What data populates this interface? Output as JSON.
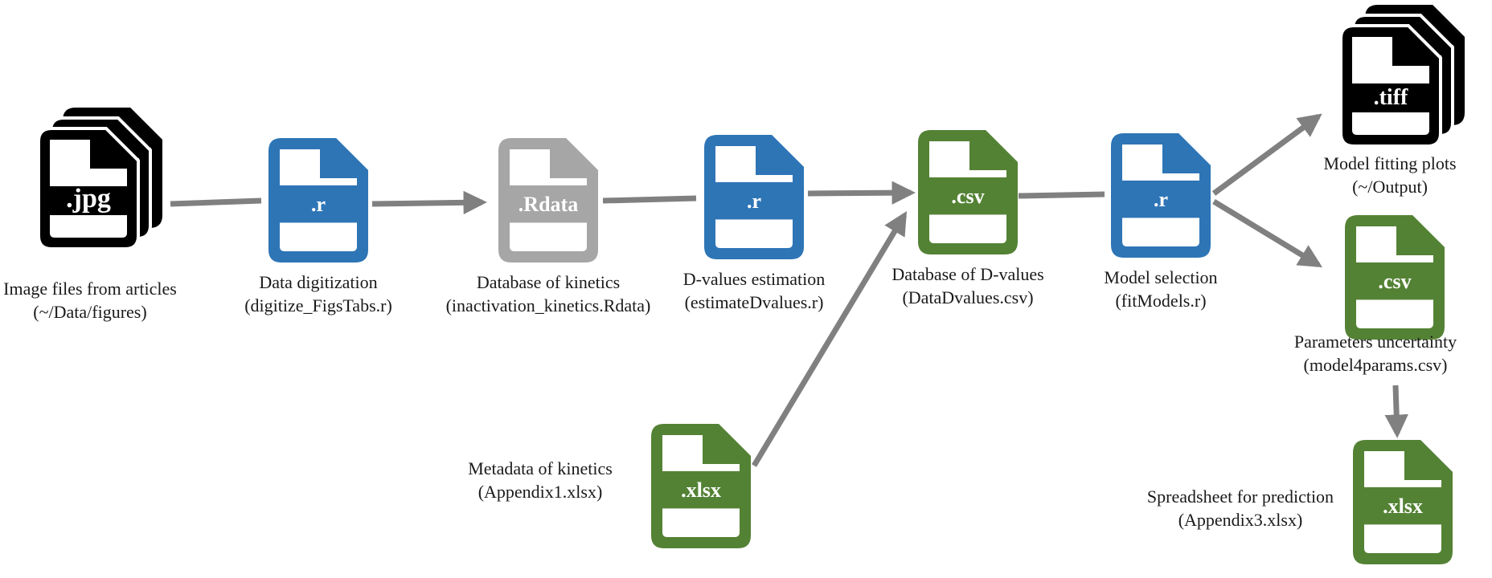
{
  "colors": {
    "black_file": "#000000",
    "blue_file": "#2e75b6",
    "gray_file": "#a6a6a6",
    "green_file": "#548235",
    "arrow": "#808080",
    "text": "#1a1a1a"
  },
  "nodes": [
    {
      "id": "image-files",
      "icon": "jpg-file-stack-icon",
      "ext": ".jpg",
      "color": "black",
      "label": [
        "Image files from articles",
        "(~/Data/figures)"
      ]
    },
    {
      "id": "data-digitization",
      "icon": "r-script-file-icon",
      "ext": ".r",
      "color": "blue",
      "label": [
        "Data digitization",
        "(digitize_FigsTabs.r)"
      ]
    },
    {
      "id": "database-kinetics",
      "icon": "rdata-file-icon",
      "ext": ".Rdata",
      "color": "gray",
      "label": [
        "Database of  kinetics",
        "(inactivation_kinetics.Rdata)"
      ]
    },
    {
      "id": "dvalues-estimation",
      "icon": "r-script-file-icon",
      "ext": ".r",
      "color": "blue",
      "label": [
        "D-values estimation",
        "(estimateDvalues.r)"
      ]
    },
    {
      "id": "metadata-kinetics",
      "icon": "xlsx-file-icon",
      "ext": ".xlsx",
      "color": "green",
      "label": [
        "Metadata of  kinetics",
        "(Appendix1.xlsx)"
      ]
    },
    {
      "id": "database-dvalues",
      "icon": "csv-file-icon",
      "ext": ".csv",
      "color": "green",
      "label": [
        "Database of  D-values",
        "(DataDvalues.csv)"
      ]
    },
    {
      "id": "model-selection",
      "icon": "r-script-file-icon",
      "ext": ".r",
      "color": "blue",
      "label": [
        "Model selection",
        "(fitModels.r)"
      ]
    },
    {
      "id": "model-fitting-plots",
      "icon": "tiff-file-stack-icon",
      "ext": ".tiff",
      "color": "black",
      "label": [
        "Model fitting plots",
        "(~/Output)"
      ]
    },
    {
      "id": "parameters-uncertainty",
      "icon": "csv-file-icon",
      "ext": ".csv",
      "color": "green",
      "label": [
        "Parameters uncertainty",
        "(model4params.csv)"
      ]
    },
    {
      "id": "spreadsheet-prediction",
      "icon": "xlsx-file-icon",
      "ext": ".xlsx",
      "color": "green",
      "label": [
        "Spreadsheet for prediction",
        "(Appendix3.xlsx)"
      ]
    }
  ],
  "edges": [
    {
      "from": "image-files",
      "to": "data-digitization",
      "arrowhead": false
    },
    {
      "from": "data-digitization",
      "to": "database-kinetics",
      "arrowhead": true
    },
    {
      "from": "database-kinetics",
      "to": "dvalues-estimation",
      "arrowhead": false
    },
    {
      "from": "dvalues-estimation",
      "to": "database-dvalues",
      "arrowhead": true
    },
    {
      "from": "metadata-kinetics",
      "to": "database-dvalues",
      "arrowhead": true
    },
    {
      "from": "database-dvalues",
      "to": "model-selection",
      "arrowhead": false
    },
    {
      "from": "model-selection",
      "to": "model-fitting-plots",
      "arrowhead": true
    },
    {
      "from": "model-selection",
      "to": "parameters-uncertainty",
      "arrowhead": true
    },
    {
      "from": "parameters-uncertainty",
      "to": "spreadsheet-prediction",
      "arrowhead": true
    }
  ]
}
